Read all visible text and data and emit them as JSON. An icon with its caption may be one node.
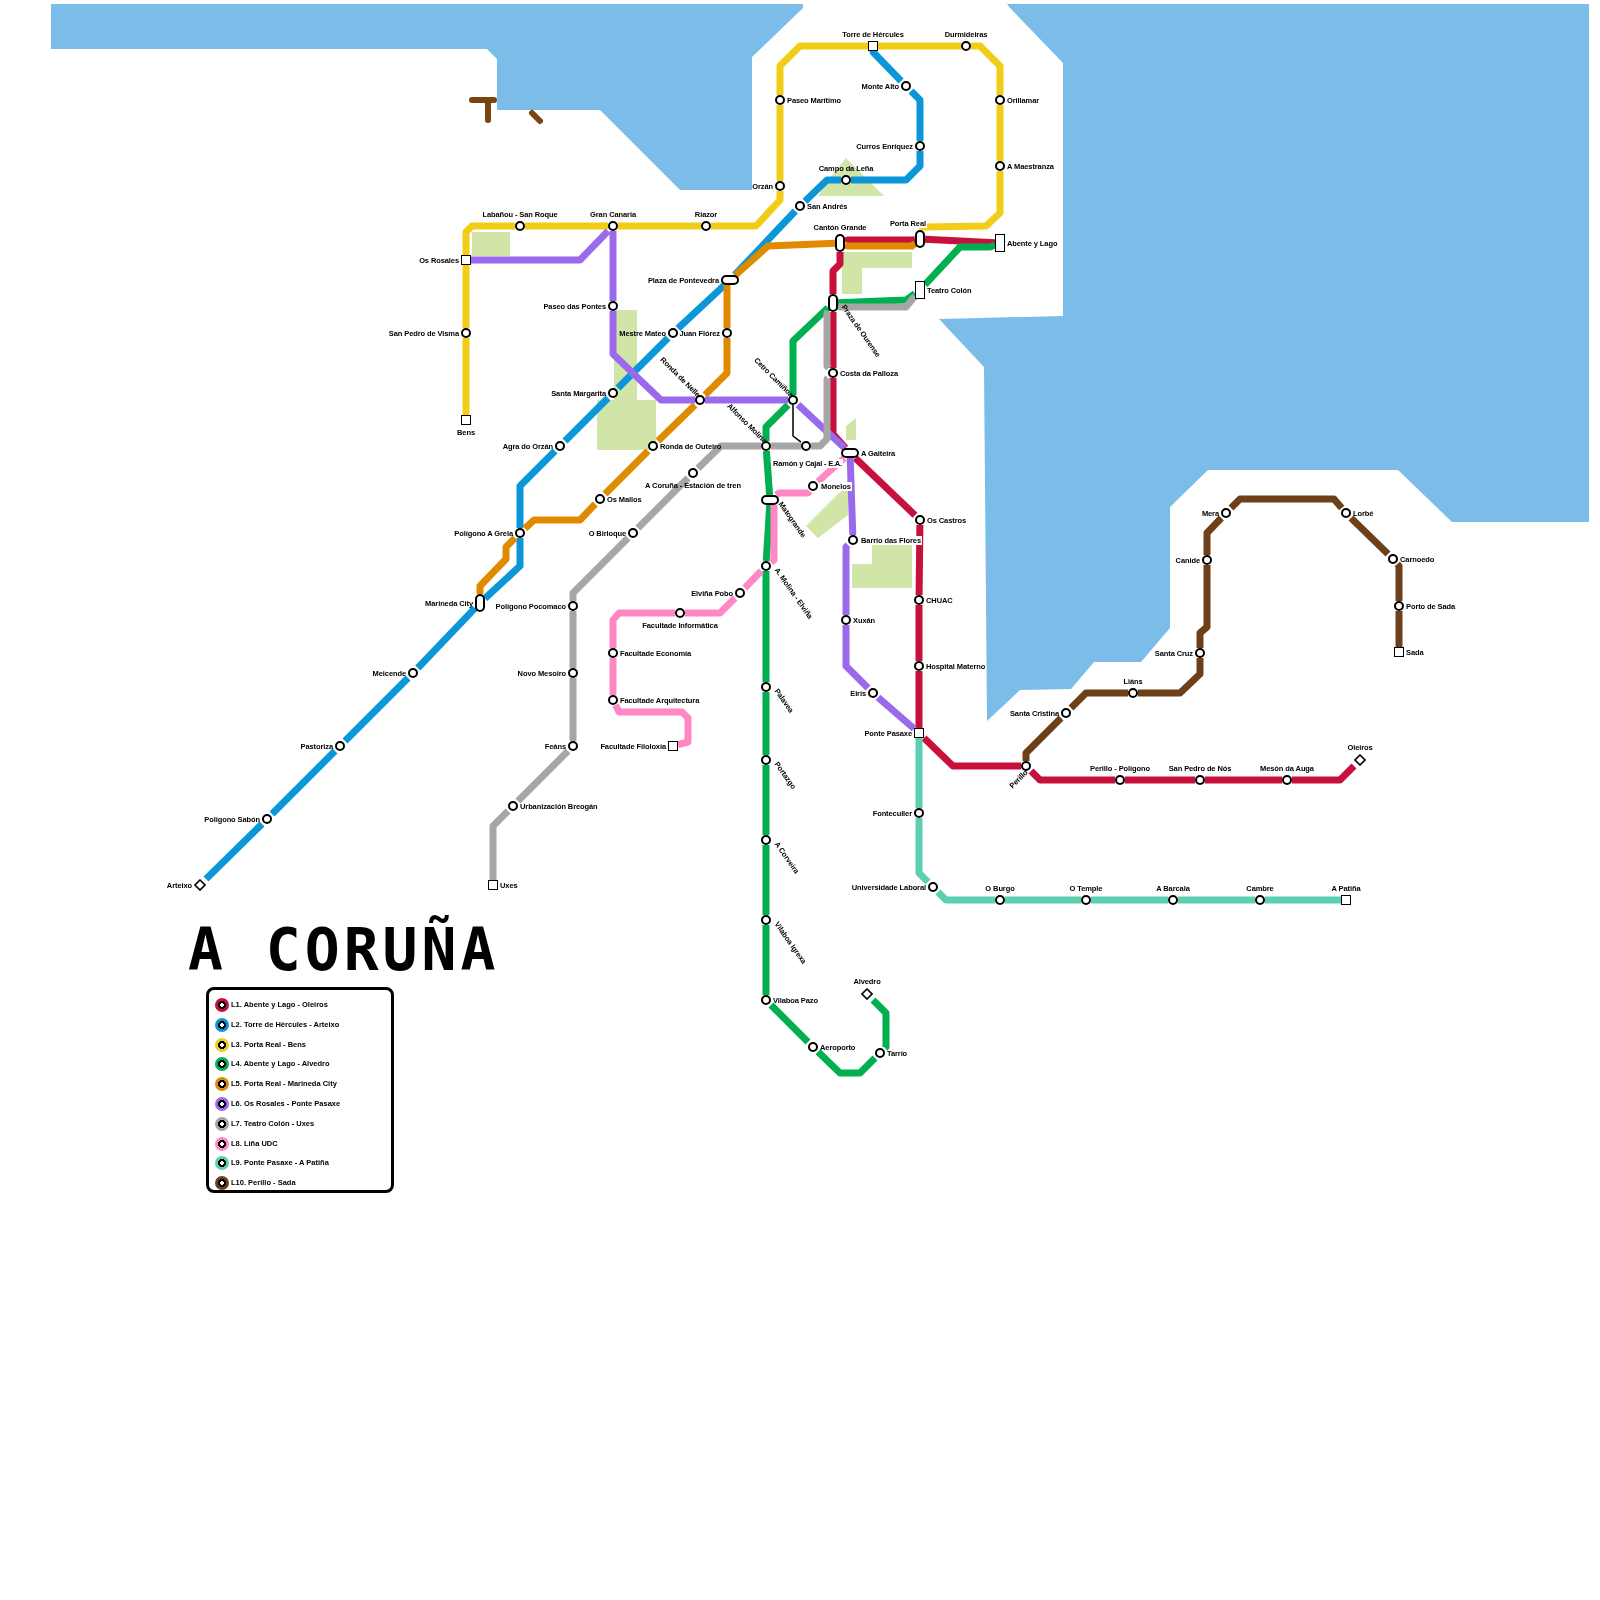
{
  "diagram": {
    "title": "A CORUÑA",
    "nodes": [
      {
        "text": [
          "Torre de Hércules"
        ]
      },
      {
        "text": [
          "Durmideiras"
        ]
      },
      {
        "text": [
          "Monte Alto"
        ]
      },
      {
        "text": [
          "Paseo Marítimo"
        ]
      },
      {
        "text": [
          "Orillamar"
        ]
      },
      {
        "text": [
          "Curros Enríquez"
        ]
      },
      {
        "text": [
          "A Maestranza"
        ]
      },
      {
        "text": [
          "Campo da Leña"
        ]
      },
      {
        "text": [
          "Orzán"
        ]
      },
      {
        "text": [
          "San Andrés"
        ]
      },
      {
        "text": [
          "Labañou - San Roque"
        ]
      },
      {
        "text": [
          "Gran Canaria"
        ]
      },
      {
        "text": [
          "Riazor"
        ]
      },
      {
        "text": [
          "Porta Real"
        ]
      },
      {
        "text": [
          "Cantón Grande"
        ]
      },
      {
        "text": [
          "Abente y Lago"
        ]
      },
      {
        "text": [
          "Os Rosales"
        ]
      },
      {
        "text": [
          "Plaza de Pontevedra"
        ]
      },
      {
        "text": [
          "Teatro Colón"
        ]
      },
      {
        "text": [
          "Praza de Ourense"
        ]
      },
      {
        "text": [
          "Paseo das Pontes"
        ]
      },
      {
        "text": [
          "San Pedro de Visma"
        ]
      },
      {
        "text": [
          "Mestre Mateo"
        ]
      },
      {
        "text": [
          "Juan Flórez"
        ]
      },
      {
        "text": [
          "Costa da Palloza"
        ]
      },
      {
        "text": [
          "Santa Margarita"
        ]
      },
      {
        "text": [
          "Ronda de Nelle"
        ]
      },
      {
        "text": [
          "Cetro Camiñoa"
        ]
      },
      {
        "text": [
          "Bens"
        ]
      },
      {
        "text": [
          "Agra do Orzán"
        ]
      },
      {
        "text": [
          "Ronda de Outeiro"
        ]
      },
      {
        "text": [
          "Alfonso Molina"
        ]
      },
      {
        "text": [
          "Ramón y Cajal - E.A."
        ]
      },
      {
        "text": [
          "A Gaiteira"
        ]
      },
      {
        "text": [
          "A Coruña - Estación de tren"
        ]
      },
      {
        "text": [
          "Monelos"
        ]
      },
      {
        "text": [
          "Os Mallos"
        ]
      },
      {
        "text": [
          "Matogrande"
        ]
      },
      {
        "text": [
          "Os Castros"
        ]
      },
      {
        "text": [
          "Mera"
        ]
      },
      {
        "text": [
          "Lorbé"
        ]
      },
      {
        "text": [
          "Polígono A Grela"
        ]
      },
      {
        "text": [
          "O Birloque"
        ]
      },
      {
        "text": [
          "Barrio das Flores"
        ]
      },
      {
        "text": [
          "Carnoedo"
        ]
      },
      {
        "text": [
          "Canide"
        ]
      },
      {
        "text": [
          "A. Molina - Elviña"
        ]
      },
      {
        "text": [
          "Elviña Pobo"
        ]
      },
      {
        "text": [
          "CHUAC"
        ]
      },
      {
        "text": [
          "Marineda City"
        ]
      },
      {
        "text": [
          "Polígono Pocomaco"
        ]
      },
      {
        "text": [
          "Porto de Sada"
        ]
      },
      {
        "text": [
          "Facultade Informática"
        ]
      },
      {
        "text": [
          "Xuxán"
        ]
      },
      {
        "text": [
          "Facultade Economía"
        ]
      },
      {
        "text": [
          "Sada"
        ]
      },
      {
        "text": [
          "Santa Cruz"
        ]
      },
      {
        "text": [
          "Hospital Materno"
        ]
      },
      {
        "text": [
          "Meicende"
        ]
      },
      {
        "text": [
          "Novo Mesoiro"
        ]
      },
      {
        "text": [
          "Palavea"
        ]
      },
      {
        "text": [
          "Eirís"
        ]
      },
      {
        "text": [
          "Liáns"
        ]
      },
      {
        "text": [
          "Facultade Arquitectura"
        ]
      },
      {
        "text": [
          "Santa Cristina"
        ]
      },
      {
        "text": [
          "Ponte Pasaxe"
        ]
      },
      {
        "text": [
          "Pastoriza"
        ]
      },
      {
        "text": [
          "Feáns"
        ]
      },
      {
        "text": [
          "Facultade Filoloxía"
        ]
      },
      {
        "text": [
          "Oleiros"
        ]
      },
      {
        "text": [
          "Portazgo"
        ]
      },
      {
        "text": [
          "Perillo"
        ]
      },
      {
        "text": [
          "Perillo - Polígono"
        ]
      },
      {
        "text": [
          "San Pedro de Nós"
        ]
      },
      {
        "text": [
          "Mesón da Auga"
        ]
      },
      {
        "text": [
          "Urbanización Breogán"
        ]
      },
      {
        "text": [
          "Fonteculler"
        ]
      },
      {
        "text": [
          "Polígono Sabón"
        ]
      },
      {
        "text": [
          "A Corveira"
        ]
      },
      {
        "text": [
          "Arteixo"
        ]
      },
      {
        "text": [
          "Uxes"
        ]
      },
      {
        "text": [
          "Universidade Laboral"
        ]
      },
      {
        "text": [
          "O Burgo"
        ]
      },
      {
        "text": [
          "O Temple"
        ]
      },
      {
        "text": [
          "A Barcala"
        ]
      },
      {
        "text": [
          "Cambre"
        ]
      },
      {
        "text": [
          "A Patiña"
        ]
      },
      {
        "text": [
          "Vilaboa Igrexa"
        ]
      },
      {
        "text": [
          "Alvedro"
        ]
      },
      {
        "text": [
          "Vilaboa Pazo"
        ]
      },
      {
        "text": [
          "Aeroporto"
        ]
      },
      {
        "text": [
          "Tarrío"
        ]
      }
    ],
    "edges": [
      {
        "from": 15,
        "to": 13,
        "arrow": "none",
        "color": "#c8103c"
      },
      {
        "from": 13,
        "to": 14,
        "arrow": "none",
        "color": "#c8103c"
      },
      {
        "from": 14,
        "to": 19,
        "arrow": "none",
        "color": "#c8103c"
      },
      {
        "from": 19,
        "to": 24,
        "arrow": "none",
        "color": "#c8103c"
      },
      {
        "from": 24,
        "to": 33,
        "arrow": "none",
        "color": "#c8103c"
      },
      {
        "from": 33,
        "to": 38,
        "arrow": "none",
        "color": "#c8103c"
      },
      {
        "from": 38,
        "to": 48,
        "arrow": "none",
        "color": "#c8103c"
      },
      {
        "from": 48,
        "to": 57,
        "arrow": "none",
        "color": "#c8103c"
      },
      {
        "from": 57,
        "to": 65,
        "arrow": "none",
        "color": "#c8103c"
      },
      {
        "from": 65,
        "to": 71,
        "arrow": "none",
        "color": "#c8103c"
      },
      {
        "from": 71,
        "to": 72,
        "arrow": "none",
        "color": "#c8103c"
      },
      {
        "from": 72,
        "to": 73,
        "arrow": "none",
        "color": "#c8103c"
      },
      {
        "from": 73,
        "to": 74,
        "arrow": "none",
        "color": "#c8103c"
      },
      {
        "from": 74,
        "to": 69,
        "arrow": "none",
        "color": "#c8103c"
      },
      {
        "from": 0,
        "to": 2,
        "arrow": "none",
        "color": "#0a96d8"
      },
      {
        "from": 2,
        "to": 5,
        "arrow": "none",
        "color": "#0a96d8"
      },
      {
        "from": 5,
        "to": 7,
        "arrow": "none",
        "color": "#0a96d8"
      },
      {
        "from": 7,
        "to": 9,
        "arrow": "none",
        "color": "#0a96d8"
      },
      {
        "from": 9,
        "to": 17,
        "arrow": "none",
        "color": "#0a96d8"
      },
      {
        "from": 17,
        "to": 22,
        "arrow": "none",
        "color": "#0a96d8"
      },
      {
        "from": 22,
        "to": 25,
        "arrow": "none",
        "color": "#0a96d8"
      },
      {
        "from": 25,
        "to": 29,
        "arrow": "none",
        "color": "#0a96d8"
      },
      {
        "from": 29,
        "to": 41,
        "arrow": "none",
        "color": "#0a96d8"
      },
      {
        "from": 41,
        "to": 49,
        "arrow": "none",
        "color": "#0a96d8"
      },
      {
        "from": 49,
        "to": 58,
        "arrow": "none",
        "color": "#0a96d8"
      },
      {
        "from": 58,
        "to": 66,
        "arrow": "none",
        "color": "#0a96d8"
      },
      {
        "from": 66,
        "to": 77,
        "arrow": "none",
        "color": "#0a96d8"
      },
      {
        "from": 77,
        "to": 79,
        "arrow": "none",
        "color": "#0a96d8"
      },
      {
        "from": 13,
        "to": 6,
        "arrow": "none",
        "color": "#f2cd17"
      },
      {
        "from": 6,
        "to": 4,
        "arrow": "none",
        "color": "#f2cd17"
      },
      {
        "from": 4,
        "to": 1,
        "arrow": "none",
        "color": "#f2cd17"
      },
      {
        "from": 1,
        "to": 0,
        "arrow": "none",
        "color": "#f2cd17"
      },
      {
        "from": 0,
        "to": 3,
        "arrow": "none",
        "color": "#f2cd17"
      },
      {
        "from": 3,
        "to": 8,
        "arrow": "none",
        "color": "#f2cd17"
      },
      {
        "from": 8,
        "to": 12,
        "arrow": "none",
        "color": "#f2cd17"
      },
      {
        "from": 12,
        "to": 11,
        "arrow": "none",
        "color": "#f2cd17"
      },
      {
        "from": 11,
        "to": 10,
        "arrow": "none",
        "color": "#f2cd17"
      },
      {
        "from": 10,
        "to": 16,
        "arrow": "none",
        "color": "#f2cd17"
      },
      {
        "from": 16,
        "to": 21,
        "arrow": "none",
        "color": "#f2cd17"
      },
      {
        "from": 21,
        "to": 28,
        "arrow": "none",
        "color": "#f2cd17"
      },
      {
        "from": 15,
        "to": 18,
        "arrow": "none",
        "color": "#00b050"
      },
      {
        "from": 18,
        "to": 19,
        "arrow": "none",
        "color": "#00b050"
      },
      {
        "from": 19,
        "to": 27,
        "arrow": "none",
        "color": "#00b050"
      },
      {
        "from": 27,
        "to": 31,
        "arrow": "none",
        "color": "#00b050"
      },
      {
        "from": 31,
        "to": 37,
        "arrow": "none",
        "color": "#00b050"
      },
      {
        "from": 37,
        "to": 46,
        "arrow": "none",
        "color": "#00b050"
      },
      {
        "from": 46,
        "to": 60,
        "arrow": "none",
        "color": "#00b050"
      },
      {
        "from": 60,
        "to": 70,
        "arrow": "none",
        "color": "#00b050"
      },
      {
        "from": 70,
        "to": 78,
        "arrow": "none",
        "color": "#00b050"
      },
      {
        "from": 78,
        "to": 87,
        "arrow": "none",
        "color": "#00b050"
      },
      {
        "from": 87,
        "to": 89,
        "arrow": "none",
        "color": "#00b050"
      },
      {
        "from": 89,
        "to": 90,
        "arrow": "none",
        "color": "#00b050"
      },
      {
        "from": 90,
        "to": 91,
        "arrow": "none",
        "color": "#00b050"
      },
      {
        "from": 91,
        "to": 88,
        "arrow": "none",
        "color": "#00b050"
      },
      {
        "from": 13,
        "to": 14,
        "arrow": "none",
        "color": "#e08a00"
      },
      {
        "from": 14,
        "to": 17,
        "arrow": "none",
        "color": "#e08a00"
      },
      {
        "from": 17,
        "to": 23,
        "arrow": "none",
        "color": "#e08a00"
      },
      {
        "from": 23,
        "to": 26,
        "arrow": "none",
        "color": "#e08a00"
      },
      {
        "from": 26,
        "to": 30,
        "arrow": "none",
        "color": "#e08a00"
      },
      {
        "from": 30,
        "to": 36,
        "arrow": "none",
        "color": "#e08a00"
      },
      {
        "from": 36,
        "to": 41,
        "arrow": "none",
        "color": "#e08a00"
      },
      {
        "from": 41,
        "to": 49,
        "arrow": "none",
        "color": "#e08a00"
      },
      {
        "from": 16,
        "to": 11,
        "arrow": "none",
        "color": "#9b6aec"
      },
      {
        "from": 11,
        "to": 20,
        "arrow": "none",
        "color": "#9b6aec"
      },
      {
        "from": 20,
        "to": 26,
        "arrow": "none",
        "color": "#9b6aec"
      },
      {
        "from": 26,
        "to": 27,
        "arrow": "none",
        "color": "#9b6aec"
      },
      {
        "from": 27,
        "to": 33,
        "arrow": "none",
        "color": "#9b6aec"
      },
      {
        "from": 33,
        "to": 43,
        "arrow": "none",
        "color": "#9b6aec"
      },
      {
        "from": 43,
        "to": 53,
        "arrow": "none",
        "color": "#9b6aec"
      },
      {
        "from": 53,
        "to": 61,
        "arrow": "none",
        "color": "#9b6aec"
      },
      {
        "from": 61,
        "to": 65,
        "arrow": "none",
        "color": "#9b6aec"
      },
      {
        "from": 18,
        "to": 19,
        "arrow": "none",
        "color": "#a6a6a6"
      },
      {
        "from": 19,
        "to": 24,
        "arrow": "none",
        "color": "#a6a6a6"
      },
      {
        "from": 24,
        "to": 32,
        "arrow": "none",
        "color": "#a6a6a6"
      },
      {
        "from": 32,
        "to": 31,
        "arrow": "none",
        "color": "#a6a6a6"
      },
      {
        "from": 31,
        "to": 34,
        "arrow": "none",
        "color": "#a6a6a6"
      },
      {
        "from": 34,
        "to": 42,
        "arrow": "none",
        "color": "#a6a6a6"
      },
      {
        "from": 42,
        "to": 50,
        "arrow": "none",
        "color": "#a6a6a6"
      },
      {
        "from": 50,
        "to": 59,
        "arrow": "none",
        "color": "#a6a6a6"
      },
      {
        "from": 59,
        "to": 67,
        "arrow": "none",
        "color": "#a6a6a6"
      },
      {
        "from": 67,
        "to": 75,
        "arrow": "none",
        "color": "#a6a6a6"
      },
      {
        "from": 75,
        "to": 80,
        "arrow": "none",
        "color": "#a6a6a6"
      },
      {
        "from": 33,
        "to": 35,
        "arrow": "none",
        "color": "#ff88c4"
      },
      {
        "from": 35,
        "to": 37,
        "arrow": "none",
        "color": "#ff88c4"
      },
      {
        "from": 37,
        "to": 46,
        "arrow": "none",
        "color": "#ff88c4"
      },
      {
        "from": 46,
        "to": 47,
        "arrow": "none",
        "color": "#ff88c4"
      },
      {
        "from": 47,
        "to": 52,
        "arrow": "none",
        "color": "#ff88c4"
      },
      {
        "from": 52,
        "to": 54,
        "arrow": "none",
        "color": "#ff88c4"
      },
      {
        "from": 54,
        "to": 63,
        "arrow": "none",
        "color": "#ff88c4"
      },
      {
        "from": 63,
        "to": 68,
        "arrow": "none",
        "color": "#ff88c4"
      },
      {
        "from": 65,
        "to": 76,
        "arrow": "none",
        "color": "#5ccfb0"
      },
      {
        "from": 76,
        "to": 81,
        "arrow": "none",
        "color": "#5ccfb0"
      },
      {
        "from": 81,
        "to": 82,
        "arrow": "none",
        "color": "#5ccfb0"
      },
      {
        "from": 82,
        "to": 83,
        "arrow": "none",
        "color": "#5ccfb0"
      },
      {
        "from": 83,
        "to": 84,
        "arrow": "none",
        "color": "#5ccfb0"
      },
      {
        "from": 84,
        "to": 85,
        "arrow": "none",
        "color": "#5ccfb0"
      },
      {
        "from": 85,
        "to": 86,
        "arrow": "none",
        "color": "#5ccfb0"
      },
      {
        "from": 71,
        "to": 64,
        "arrow": "none",
        "color": "#6e4019"
      },
      {
        "from": 64,
        "to": 62,
        "arrow": "none",
        "color": "#6e4019"
      },
      {
        "from": 62,
        "to": 56,
        "arrow": "none",
        "color": "#6e4019"
      },
      {
        "from": 56,
        "to": 45,
        "arrow": "none",
        "color": "#6e4019"
      },
      {
        "from": 45,
        "to": 39,
        "arrow": "none",
        "color": "#6e4019"
      },
      {
        "from": 39,
        "to": 40,
        "arrow": "none",
        "color": "#6e4019"
      },
      {
        "from": 40,
        "to": 44,
        "arrow": "none",
        "color": "#6e4019"
      },
      {
        "from": 44,
        "to": 51,
        "arrow": "none",
        "color": "#6e4019"
      },
      {
        "from": 51,
        "to": 55,
        "arrow": "none",
        "color": "#6e4019"
      },
      {
        "from": 27,
        "to": 32,
        "arrow": "none",
        "color": "#000000"
      }
    ],
    "legend": [
      {
        "text": "L1. Abente y Lago - Oleiros",
        "color": "#c8103c"
      },
      {
        "text": "L2. Torre de Hércules - Arteixo",
        "color": "#0a96d8"
      },
      {
        "text": "L3. Porta Real - Bens",
        "color": "#f2cd17"
      },
      {
        "text": "L4. Abente y Lago - Alvedro",
        "color": "#00b050"
      },
      {
        "text": "L5. Porta Real - Marineda City",
        "color": "#e08a00"
      },
      {
        "text": "L6. Os Rosales - Ponte Pasaxe",
        "color": "#9b6aec"
      },
      {
        "text": "L7. Teatro Colón - Uxes",
        "color": "#a6a6a6"
      },
      {
        "text": "L8. Liña UDC",
        "color": "#ff88c4"
      },
      {
        "text": "L9. Ponte Pasaxe - A Patiña",
        "color": "#5ccfb0"
      },
      {
        "text": "L10. Perillo - Sada",
        "color": "#6e4019"
      }
    ]
  }
}
